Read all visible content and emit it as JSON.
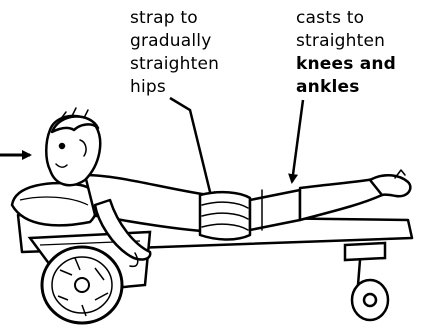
{
  "labels": {
    "hip_strap": [
      "strap to",
      "gradually",
      "straighten",
      "hips"
    ],
    "knee_casts": [
      "casts to",
      "straighten",
      "knees and",
      "ankles"
    ]
  }
}
